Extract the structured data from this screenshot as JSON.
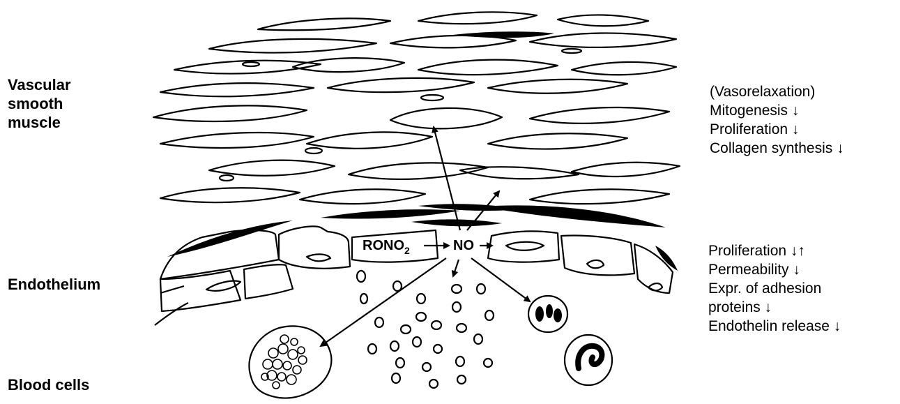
{
  "labels": {
    "vascular_smooth_muscle": [
      "Vascular",
      "smooth",
      "muscle"
    ],
    "endothelium": "Endothelium",
    "blood_cells": "Blood cells"
  },
  "diagram": {
    "rono2_main": "RONO",
    "rono2_sub": "2",
    "no": "NO"
  },
  "smooth_muscle_effects": [
    "(Vasorelaxation)",
    "Mitogenesis ↓",
    "Proliferation ↓",
    "Collagen synthesis ↓"
  ],
  "endothelium_effects": [
    "Proliferation ↓↑",
    "Permeability ↓",
    "Expr. of adhesion",
    "proteins ↓",
    "Endothelin release ↓"
  ]
}
